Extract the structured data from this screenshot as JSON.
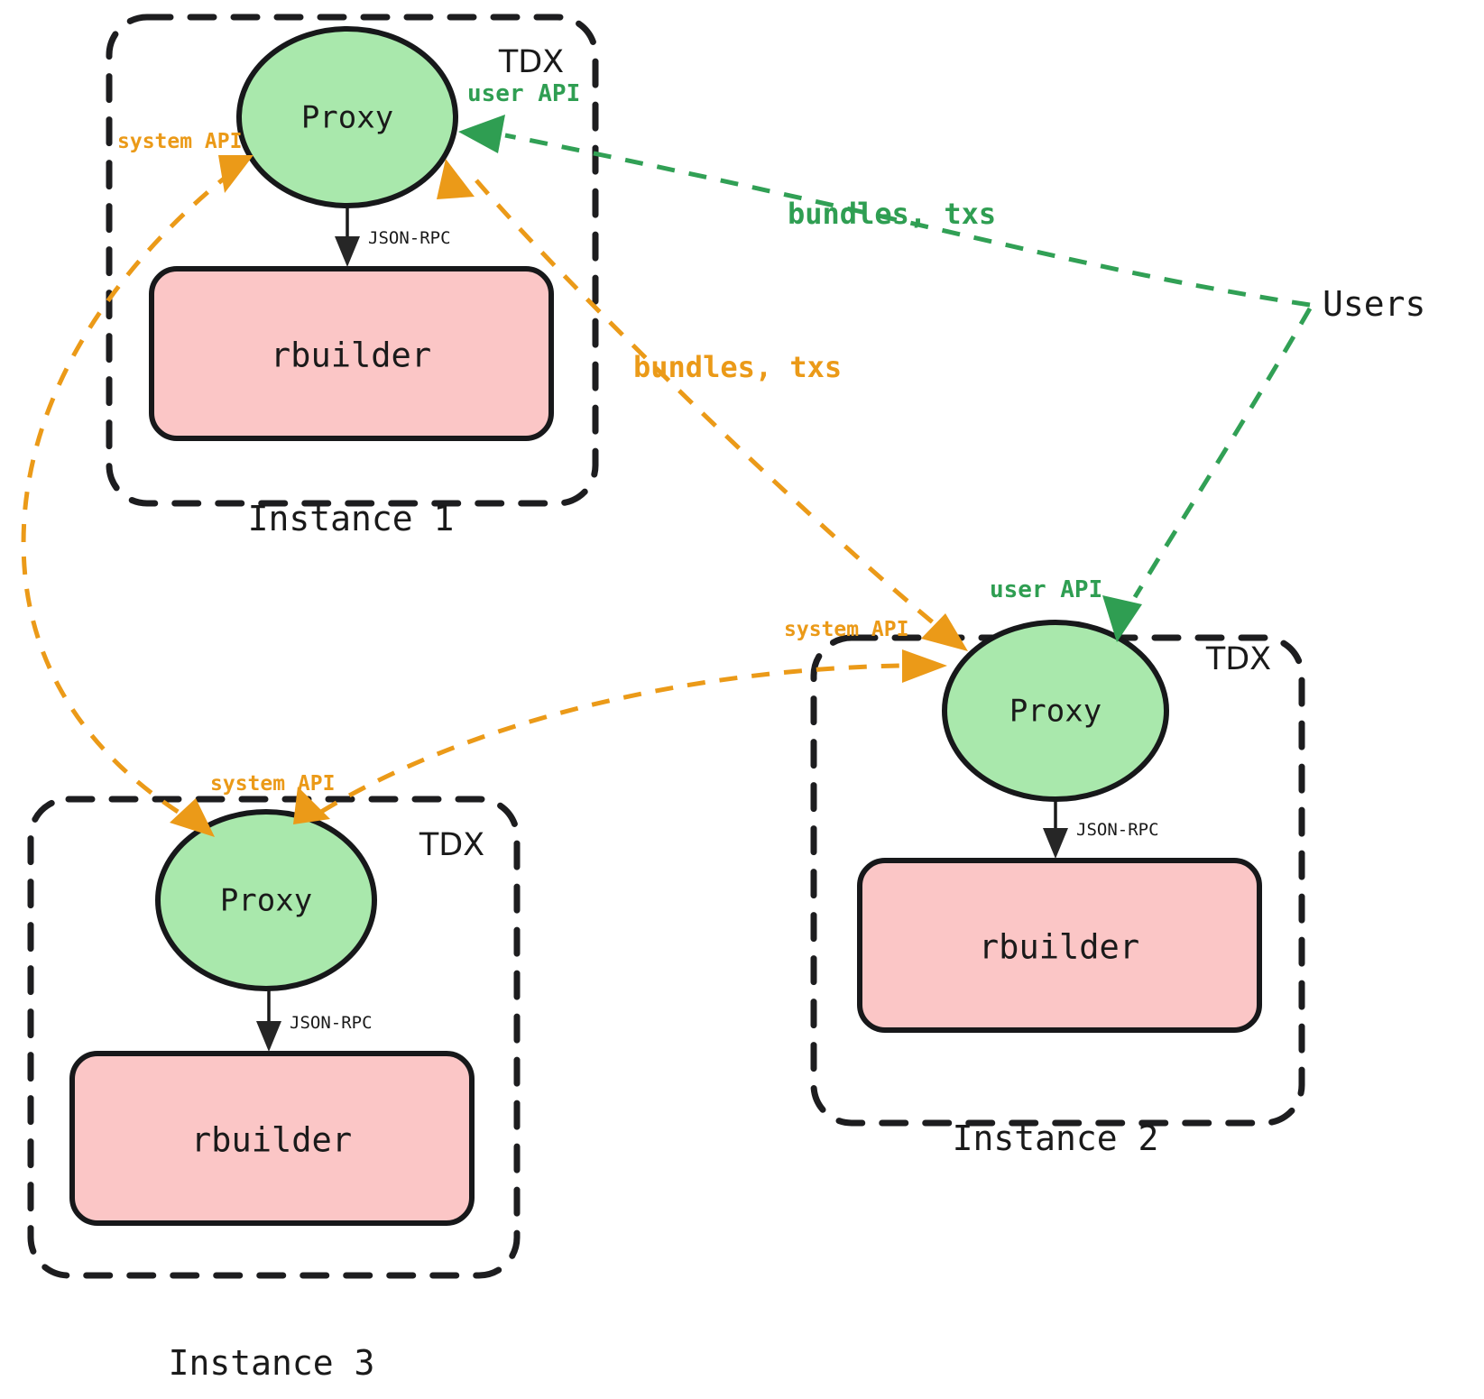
{
  "diagram": {
    "title": "TDX instance mesh with Proxy and rbuilder",
    "colors": {
      "proxy_fill": "#a9e8ac",
      "builder_fill": "#fbc6c6",
      "node_stroke": "#17181a",
      "enclave_stroke": "#1d1d1f",
      "system_api": "#eb9a18",
      "user_api": "#2f9e52",
      "json_rpc": "#262626",
      "text": "#1a1a1a"
    },
    "instances": [
      {
        "id": "instance-1",
        "caption": "Instance 1",
        "enclave_label": "TDX",
        "proxy_label": "Proxy",
        "builder_label": "rbuilder",
        "internal_edge_label": "JSON-RPC"
      },
      {
        "id": "instance-2",
        "caption": "Instance 2",
        "enclave_label": "TDX",
        "proxy_label": "Proxy",
        "builder_label": "rbuilder",
        "internal_edge_label": "JSON-RPC"
      },
      {
        "id": "instance-3",
        "caption": "Instance 3",
        "enclave_label": "TDX",
        "proxy_label": "Proxy",
        "builder_label": "rbuilder",
        "internal_edge_label": "JSON-RPC"
      }
    ],
    "external_actor": {
      "label": "Users"
    },
    "edge_labels": {
      "system_api": "system API",
      "user_api": "user API",
      "bundles_txs": "bundles, txs",
      "json_rpc": "JSON-RPC"
    },
    "annotations": {
      "i1_system_api": "system API",
      "i1_user_api": "user API",
      "i2_system_api": "system API",
      "i2_user_api": "user API",
      "i3_system_api": "system API",
      "users_bundles_green": "bundles, txs",
      "proxy_bundles_orange": "bundles, txs"
    }
  }
}
